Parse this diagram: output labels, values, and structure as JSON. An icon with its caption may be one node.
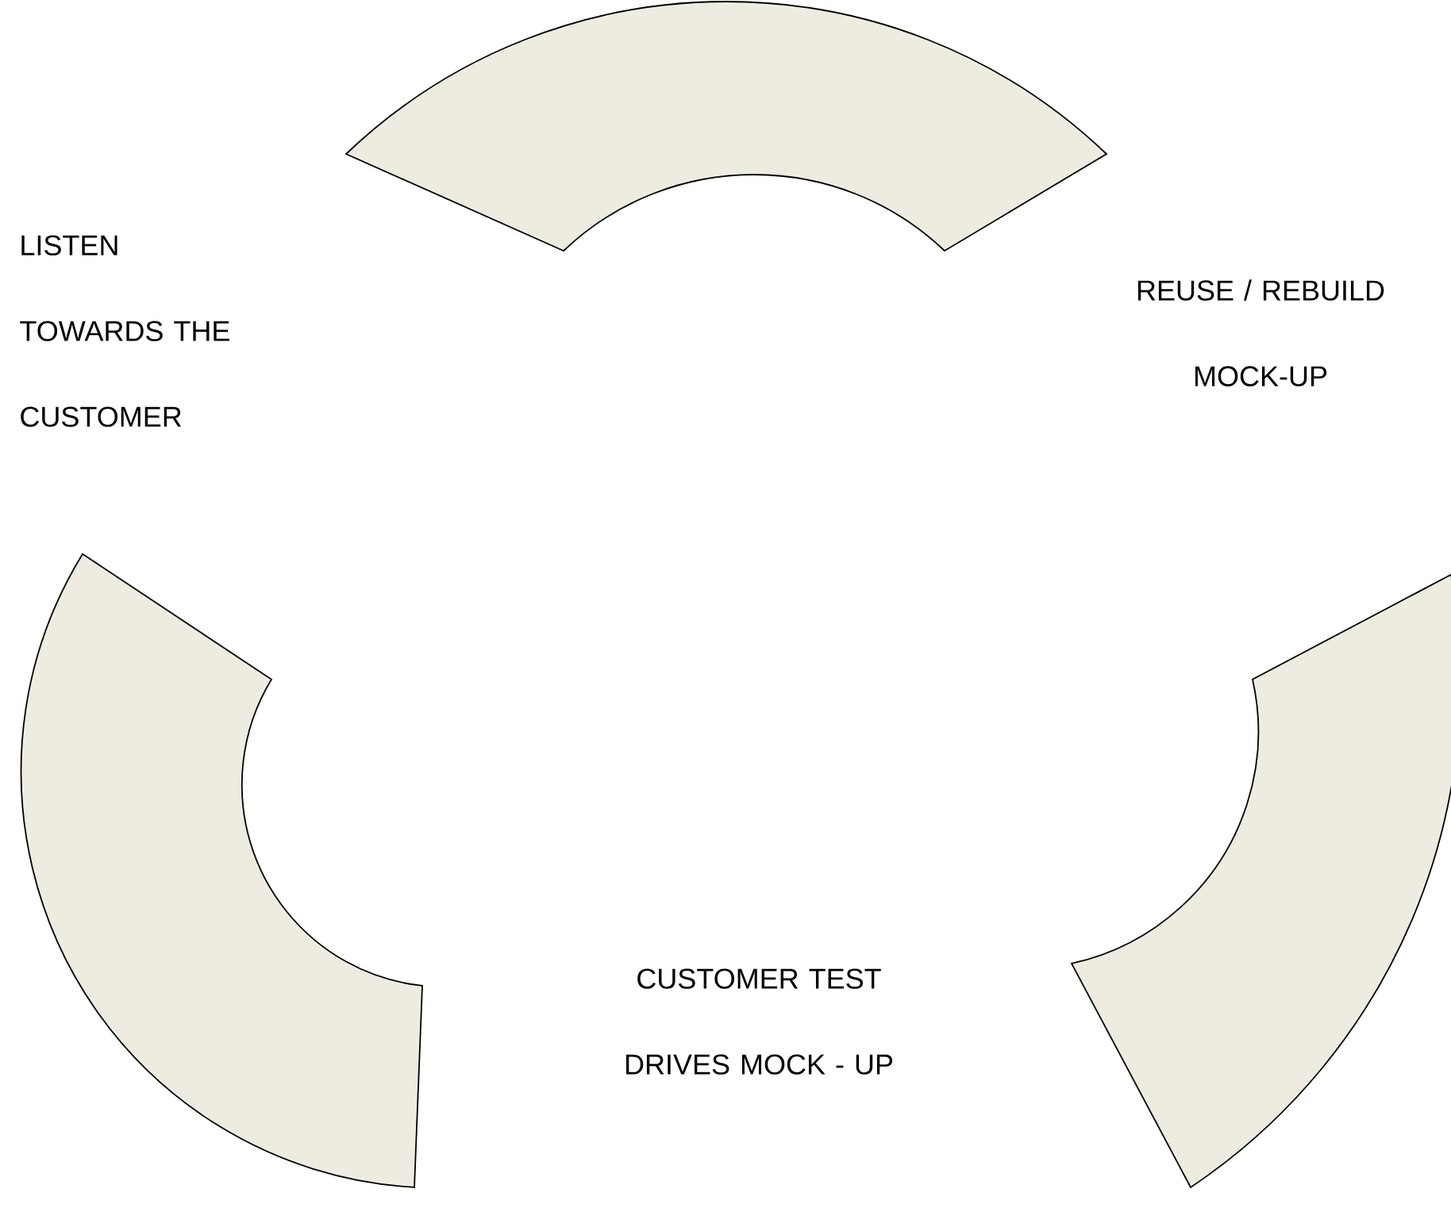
{
  "diagram": {
    "labels": [
      "LISTEN TOWARDS THE CUSTOMER",
      "REUSE / REBUILD MOCK-UP",
      "CUSTOMER TEST DRIVES MOCK - UP"
    ]
  }
}
